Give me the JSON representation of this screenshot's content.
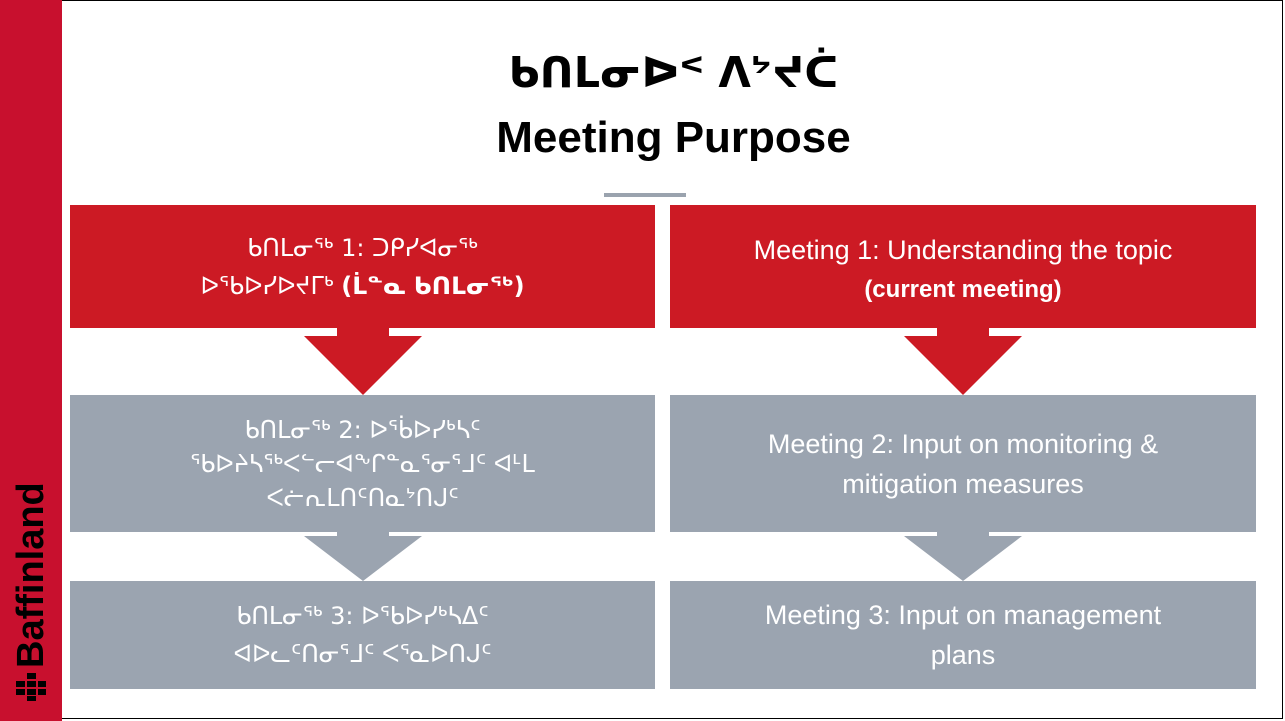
{
  "title": {
    "syllabics": "ᑲᑎᒪᓂᐅᑉ ᐱᔾᔪᑖ",
    "english": "Meeting Purpose"
  },
  "logo": {
    "text": "Baffinland"
  },
  "colors": {
    "brand_red": "#c8102e",
    "box_red": "#cc1a24",
    "box_gray": "#9ba4b0",
    "divider": "#9aa3ae"
  },
  "meetings_syllabics": [
    {
      "line1": "ᑲᑎᒪᓂᖅ 1: ᑐᑭᓯᐊᓂᖅ",
      "line2": "ᐅᖃᐅᓯᐅᔪᒥᒃ",
      "current": "(ᒫᓐᓇ ᑲᑎᒪᓂᖅ)"
    },
    {
      "line1": "ᑲᑎᒪᓂᖅ 2: ᐅᖄᐅᓯᒃᓴᑦ",
      "line2": "ᖃᐅᔨᓴᖅᐸᓪᓕᐊᖕᒋᓐᓇᕐᓂᕐᒧᑦ ᐊᒻᒪ",
      "line3": "ᐸᓖᕆᒪᑎᑦᑎᓇᔾᑎᒍᑦ"
    },
    {
      "line1": "ᑲᑎᒪᓂᖅ 3: ᐅᖃᐅᓯᒃᓴᐃᑦ",
      "line2": "ᐊᐅᓚᑦᑎᓂᕐᒧᑦ ᐸᕐᓇᐅᑎᒍᑦ"
    }
  ],
  "meetings_english": [
    {
      "label": "Meeting 1: Understanding the topic",
      "current": "(current meeting)"
    },
    {
      "line1": "Meeting 2: Input on monitoring &",
      "line2": "mitigation measures"
    },
    {
      "line1": "Meeting 3: Input on management",
      "line2": "plans"
    }
  ]
}
